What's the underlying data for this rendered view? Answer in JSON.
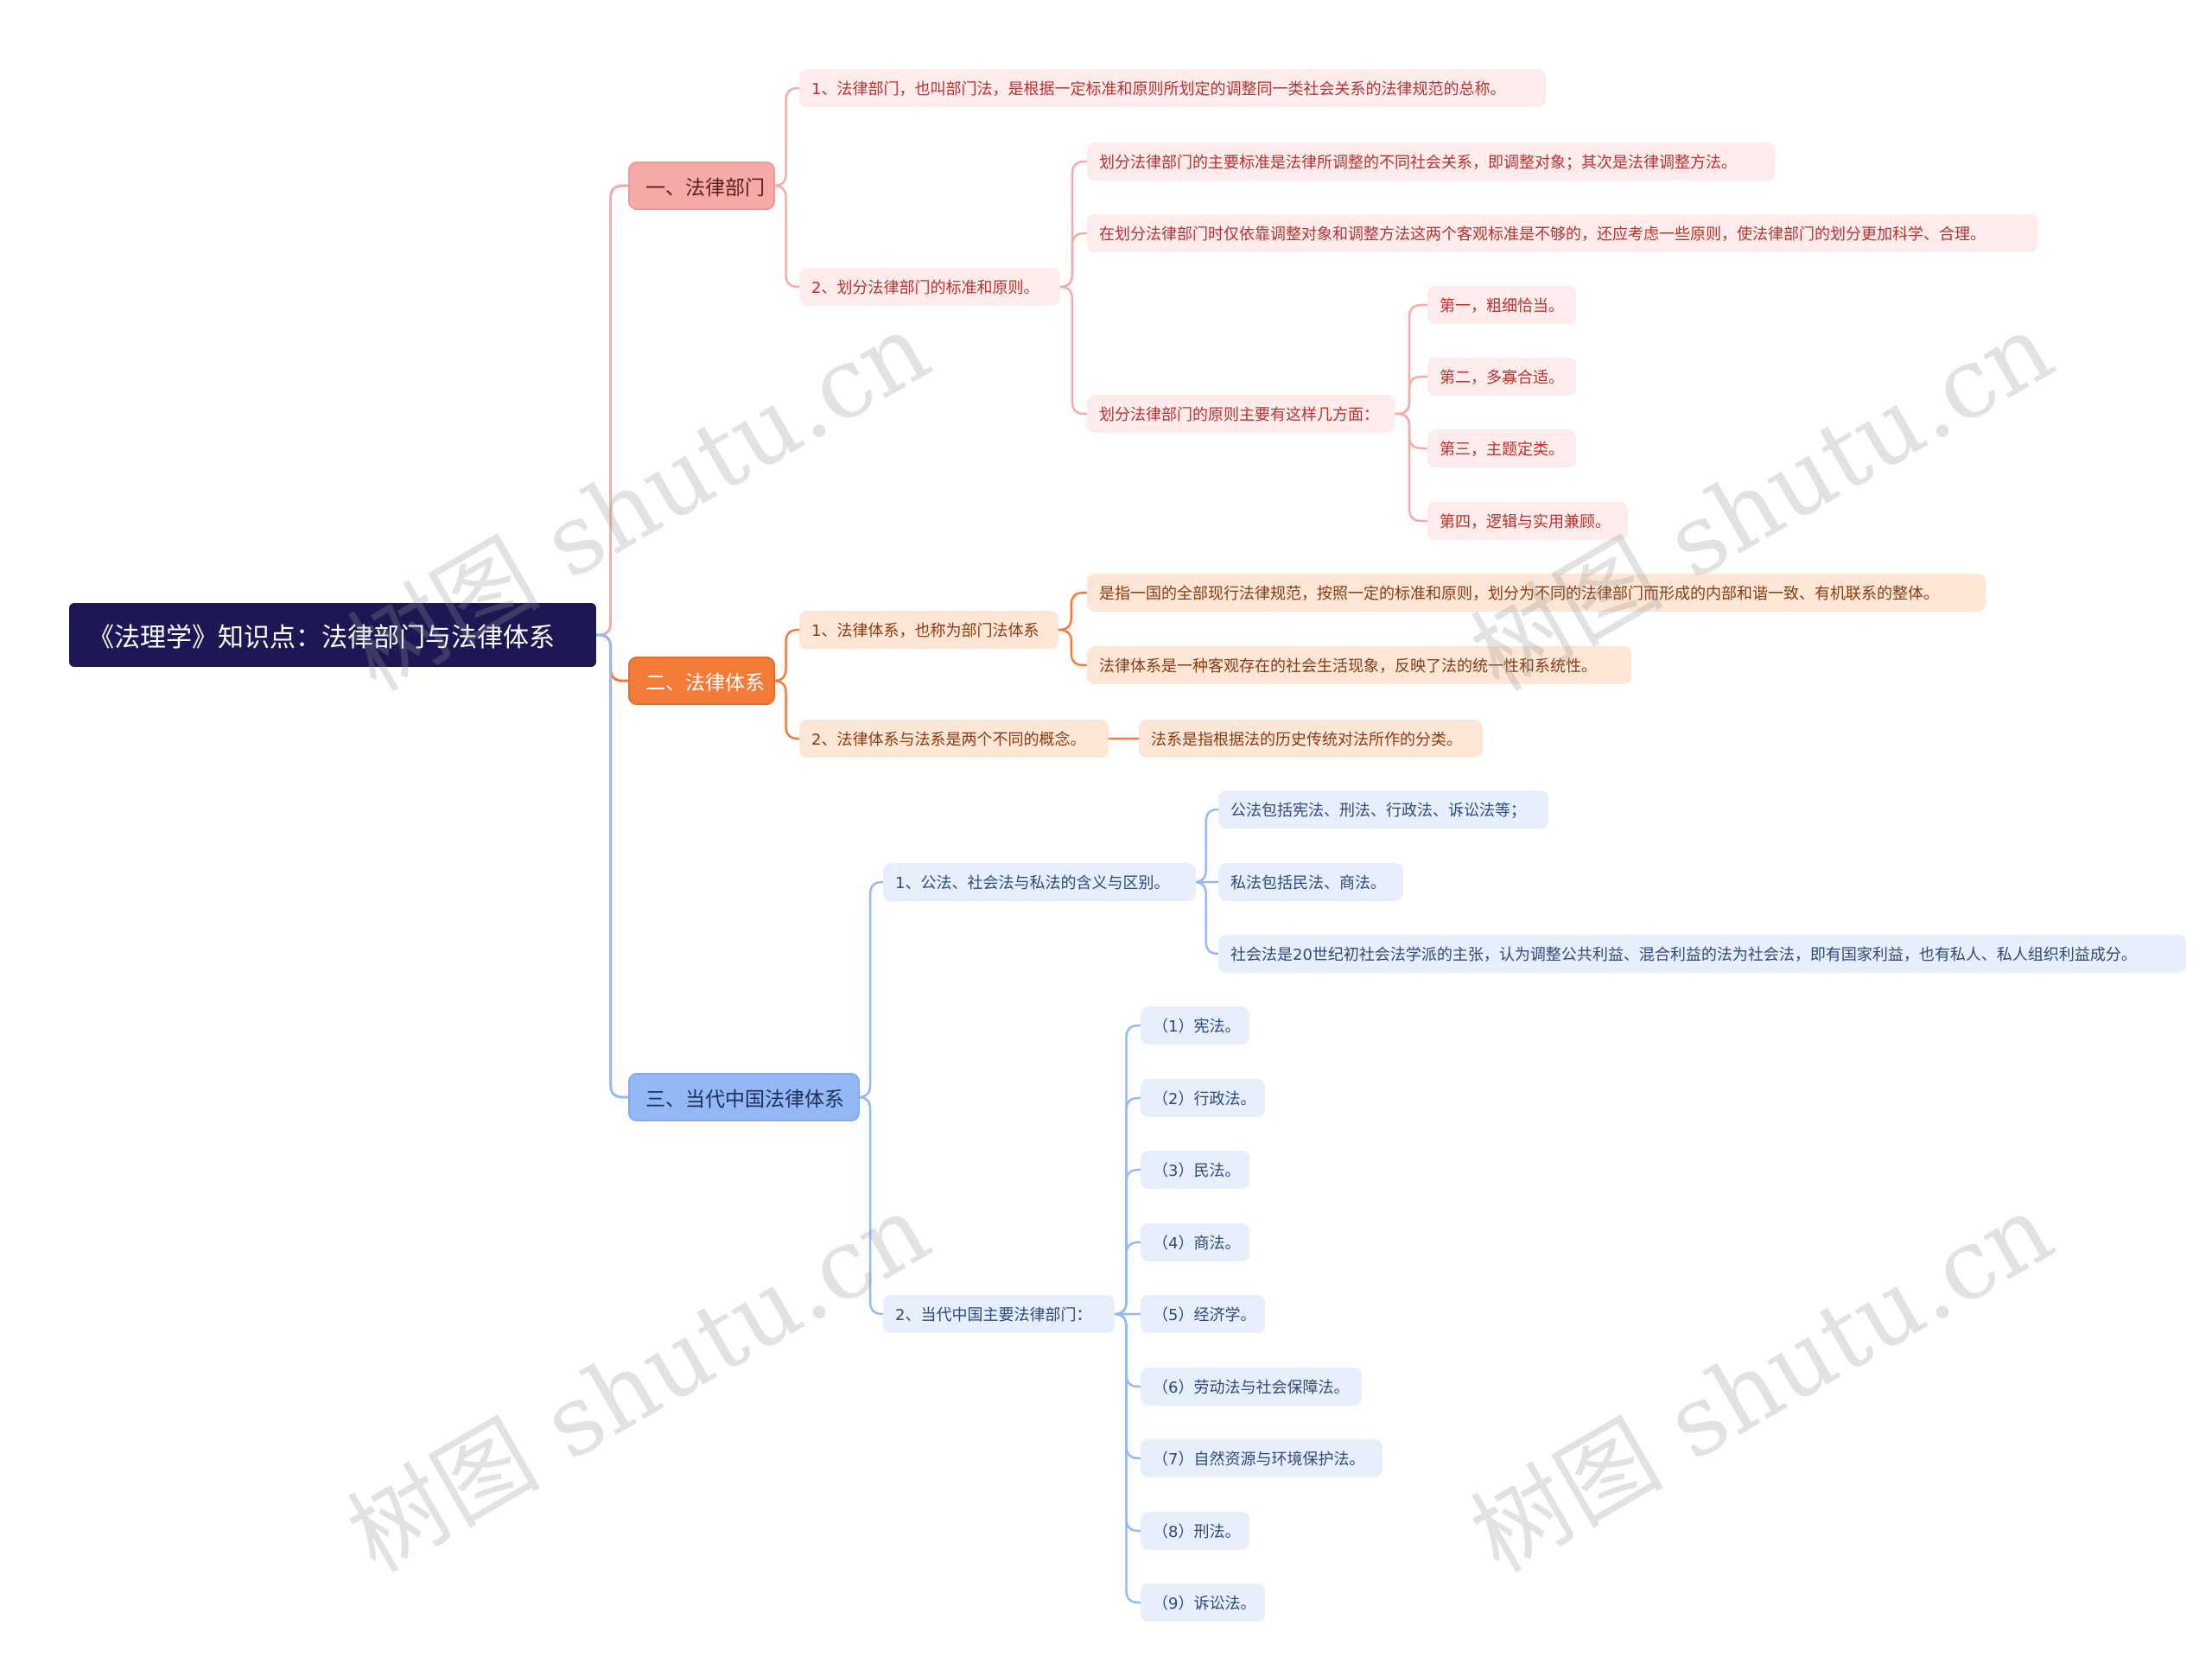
{
  "root": {
    "label": "《法理学》知识点：法律部门与法律体系"
  },
  "branches": [
    {
      "label": "一、法律部门",
      "children": [
        {
          "label": "1、法律部门，也叫部门法，是根据一定标准和原则所划定的调整同一类社会关系的法律规范的总称。"
        },
        {
          "label": "2、划分法律部门的标准和原则。",
          "children": [
            {
              "label": "划分法律部门的主要标准是法律所调整的不同社会关系，即调整对象；其次是法律调整方法。"
            },
            {
              "label": "在划分法律部门时仅依靠调整对象和调整方法这两个客观标准是不够的，还应考虑一些原则，使法律部门的划分更加科学、合理。"
            },
            {
              "label": "划分法律部门的原则主要有这样几方面：",
              "children": [
                {
                  "label": "第一，粗细恰当。"
                },
                {
                  "label": "第二，多寡合适。"
                },
                {
                  "label": "第三，主题定类。"
                },
                {
                  "label": "第四，逻辑与实用兼顾。"
                }
              ]
            }
          ]
        }
      ]
    },
    {
      "label": "二、法律体系",
      "children": [
        {
          "label": "1、法律体系，也称为部门法体系",
          "children": [
            {
              "label": "是指一国的全部现行法律规范，按照一定的标准和原则，划分为不同的法律部门而形成的内部和谐一致、有机联系的整体。"
            },
            {
              "label": "法律体系是一种客观存在的社会生活现象，反映了法的统一性和系统性。"
            }
          ]
        },
        {
          "label": "2、法律体系与法系是两个不同的概念。",
          "children": [
            {
              "label": "法系是指根据法的历史传统对法所作的分类。"
            }
          ]
        }
      ]
    },
    {
      "label": "三、当代中国法律体系",
      "children": [
        {
          "label": "1、公法、社会法与私法的含义与区别。",
          "children": [
            {
              "label": "公法包括宪法、刑法、行政法、诉讼法等；"
            },
            {
              "label": "私法包括民法、商法。"
            },
            {
              "label": "社会法是20世纪初社会法学派的主张，认为调整公共利益、混合利益的法为社会法，即有国家利益，也有私人、私人组织利益成分。"
            }
          ]
        },
        {
          "label": "2、当代中国主要法律部门：",
          "children": [
            {
              "label": "（1）宪法。"
            },
            {
              "label": "（2）行政法。"
            },
            {
              "label": "（3）民法。"
            },
            {
              "label": "（4）商法。"
            },
            {
              "label": "（5）经济学。"
            },
            {
              "label": "（6）劳动法与社会保障法。"
            },
            {
              "label": "（7）自然资源与环境保护法。"
            },
            {
              "label": "（8）刑法。"
            },
            {
              "label": "（9）诉讼法。"
            }
          ]
        }
      ]
    }
  ],
  "watermark": {
    "text": "树图 shutu.cn"
  },
  "colors": {
    "root": "#1d1754",
    "red": "#f6a9a6",
    "orange": "#f47a38",
    "blue": "#93b8f5"
  }
}
